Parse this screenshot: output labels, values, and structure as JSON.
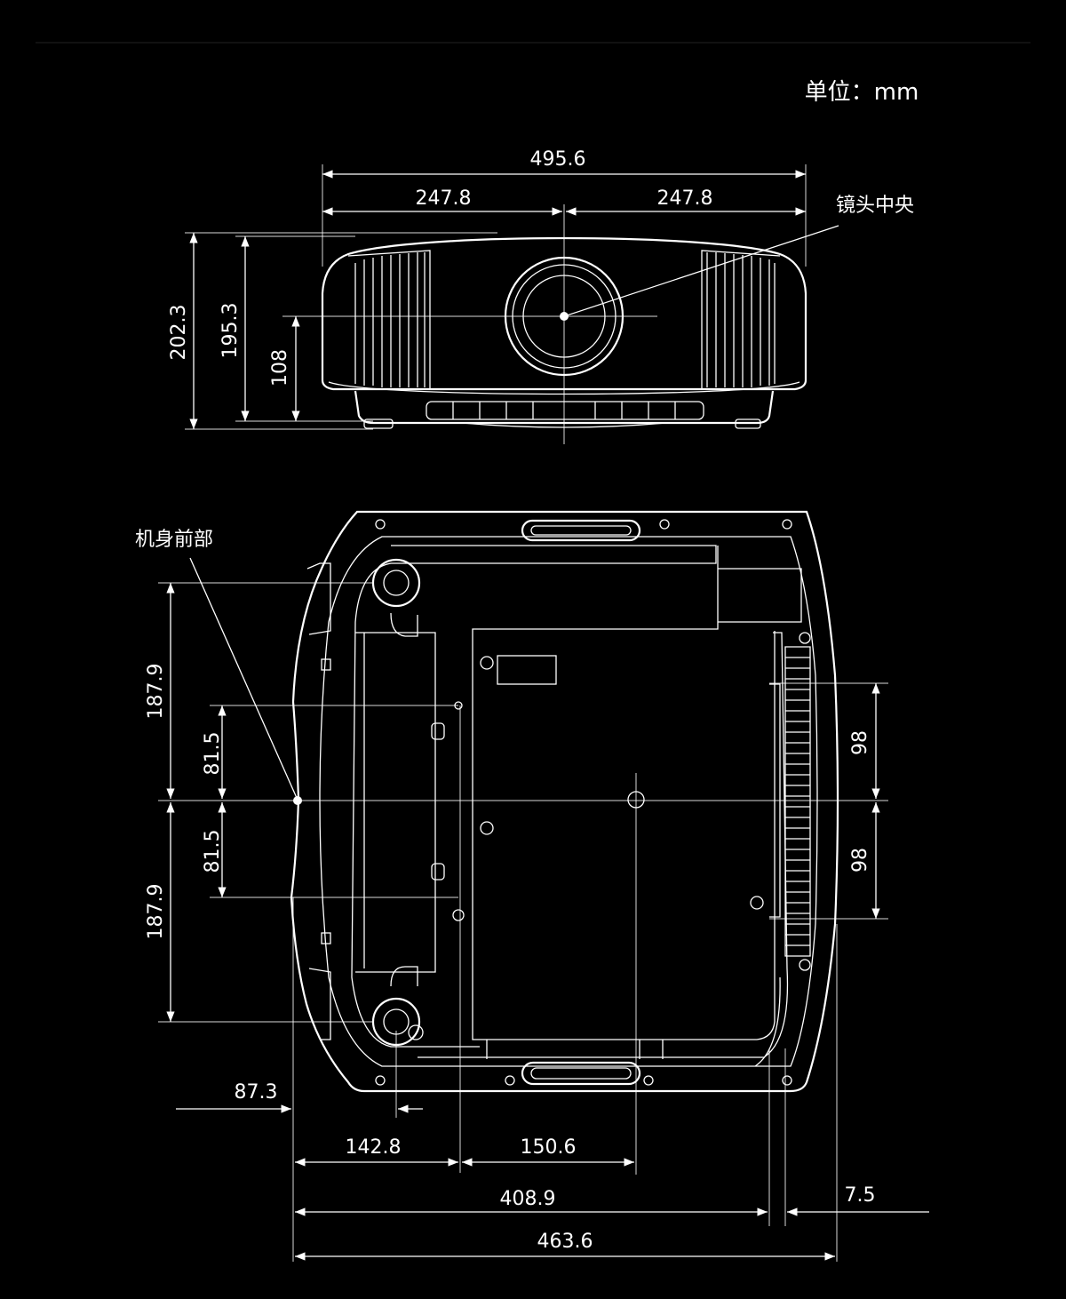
{
  "unit_label": "单位：mm",
  "front_view": {
    "width_total": "495.6",
    "width_half_left": "247.8",
    "width_half_right": "247.8",
    "height_total": "202.3",
    "height_body": "195.3",
    "height_lens_center": "108",
    "lens_center_label": "镜头中央"
  },
  "bottom_view": {
    "front_label": "机身前部",
    "left_upper": "187.9",
    "left_lower": "187.9",
    "inner_upper": "81.5",
    "inner_lower": "81.5",
    "right_upper": "98",
    "right_lower": "98",
    "foot_offset": "87.3",
    "dim_142": "142.8",
    "dim_150": "150.6",
    "dim_408": "408.9",
    "dim_7": "7.5",
    "dim_463": "463.6"
  }
}
